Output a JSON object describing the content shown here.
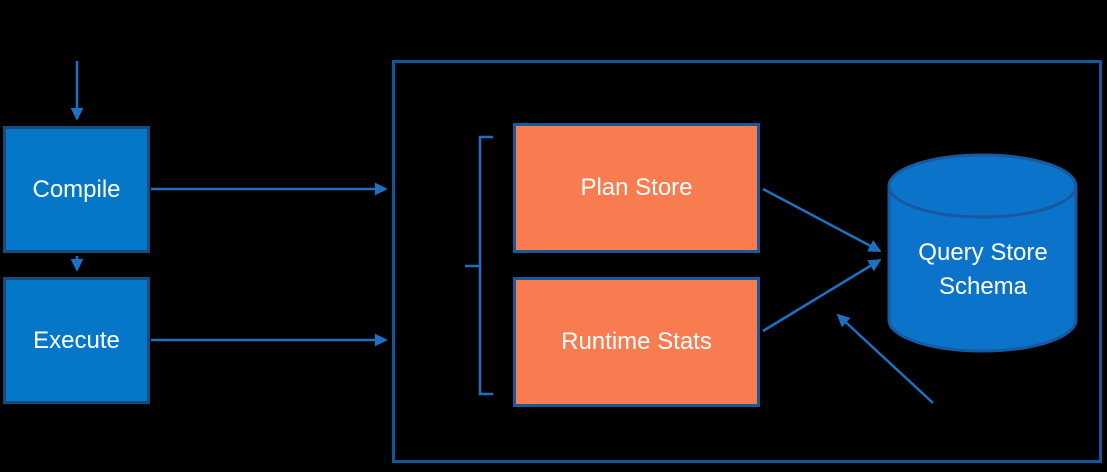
{
  "diagram": {
    "nodes": {
      "compile": {
        "label": "Compile",
        "shape": "rectangle",
        "fill": "blue"
      },
      "execute": {
        "label": "Execute",
        "shape": "rectangle",
        "fill": "blue"
      },
      "plan_store": {
        "label": "Plan Store",
        "shape": "rectangle",
        "fill": "orange"
      },
      "runtime_stats": {
        "label": "Runtime Stats",
        "shape": "rectangle",
        "fill": "orange"
      },
      "query_store_schema": {
        "label": "Query Store Schema",
        "shape": "database-cylinder",
        "fill": "blue"
      }
    },
    "container": {
      "contains": [
        "plan_store",
        "runtime_stats",
        "query_store_schema"
      ],
      "bracket_groups": [
        "plan_store",
        "runtime_stats"
      ]
    },
    "edges": [
      {
        "from": "offscreen-top",
        "to": "compile",
        "style": "arrow"
      },
      {
        "from": "compile",
        "to": "execute",
        "style": "arrow"
      },
      {
        "from": "compile",
        "to": "container",
        "style": "arrow"
      },
      {
        "from": "execute",
        "to": "container",
        "style": "arrow"
      },
      {
        "from": "plan_store",
        "to": "query_store_schema",
        "style": "arrow"
      },
      {
        "from": "runtime_stats",
        "to": "query_store_schema",
        "style": "arrow"
      },
      {
        "from": "offscreen-bottom-right",
        "to": "runtime_stats-to-schema-connector",
        "style": "arrow"
      }
    ]
  },
  "colors": {
    "bg": "#000000",
    "node-blue": "#0477c8",
    "node-blue-border": "#174b7e",
    "node-orange": "#f87c50",
    "node-orange-border": "#155a99",
    "cyl-blue": "#0b73c9",
    "cyl-border": "#1759a0",
    "arrow-blue": "#1f6fc2",
    "frame-blue": "#0f589b",
    "text-white": "#ffffff"
  }
}
